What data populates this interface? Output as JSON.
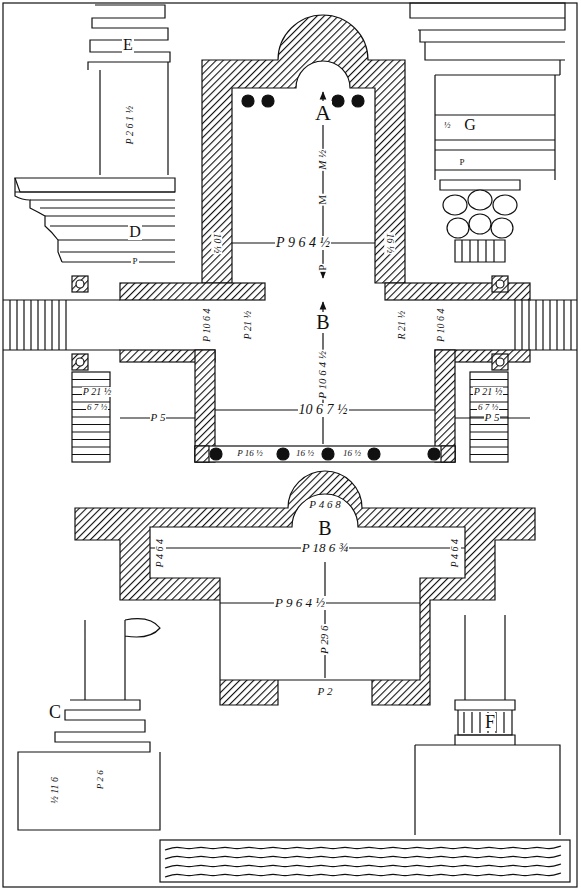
{
  "diagram": {
    "labels": [
      "A",
      "M ½",
      "P 9 6 4 ½",
      "M",
      "P",
      "10 ½",
      "16 ½",
      "B",
      "P 10 6 4 ½",
      "10 6 7 ½",
      "P 5",
      "P 5",
      "P 10 6 4",
      "P 21 ½",
      "R 21 ½",
      "P 10 6 4",
      "P 21 ½",
      "6 7 ½",
      "P 21 ½",
      "6 7 ½",
      "P 16 ½",
      "16 ½",
      "16 ½",
      "P 4 6 8",
      "B",
      "P 18 6 ¾",
      "P 4 6 4",
      "P 4 6 4",
      "P 9 6 4 ½",
      "P 29 6",
      "P 2",
      "E",
      "P 2 6 1 ½",
      "D",
      "P",
      "G",
      "½",
      "P",
      "C",
      "P 2 6",
      "F",
      "½ 11 6"
    ]
  }
}
